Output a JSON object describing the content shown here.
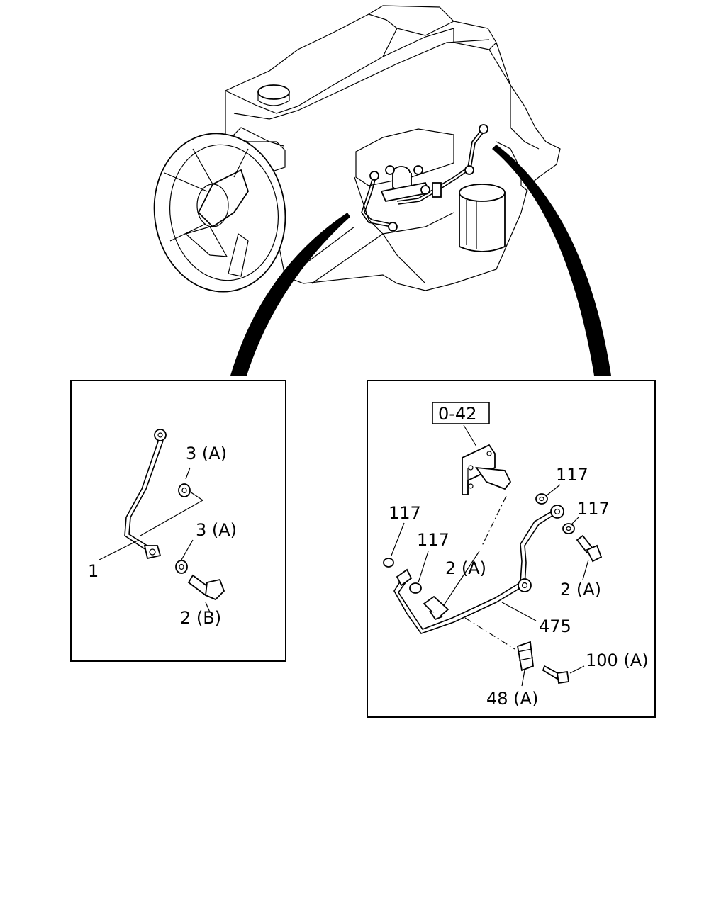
{
  "diagram": {
    "ref_box": "0-42",
    "left_panel": {
      "labels": {
        "part_1": "1",
        "washer_upper": "3 (A)",
        "washer_lower": "3 (A)",
        "bolt": "2 (B)"
      }
    },
    "right_panel": {
      "labels": {
        "washer_a": "117",
        "washer_b": "117",
        "washer_c": "117",
        "washer_d": "117",
        "bolt_left": "2 (A)",
        "bolt_right": "2 (A)",
        "pipe": "475",
        "bolt_clip": "100 (A)",
        "clip": "48 (A)"
      }
    }
  }
}
